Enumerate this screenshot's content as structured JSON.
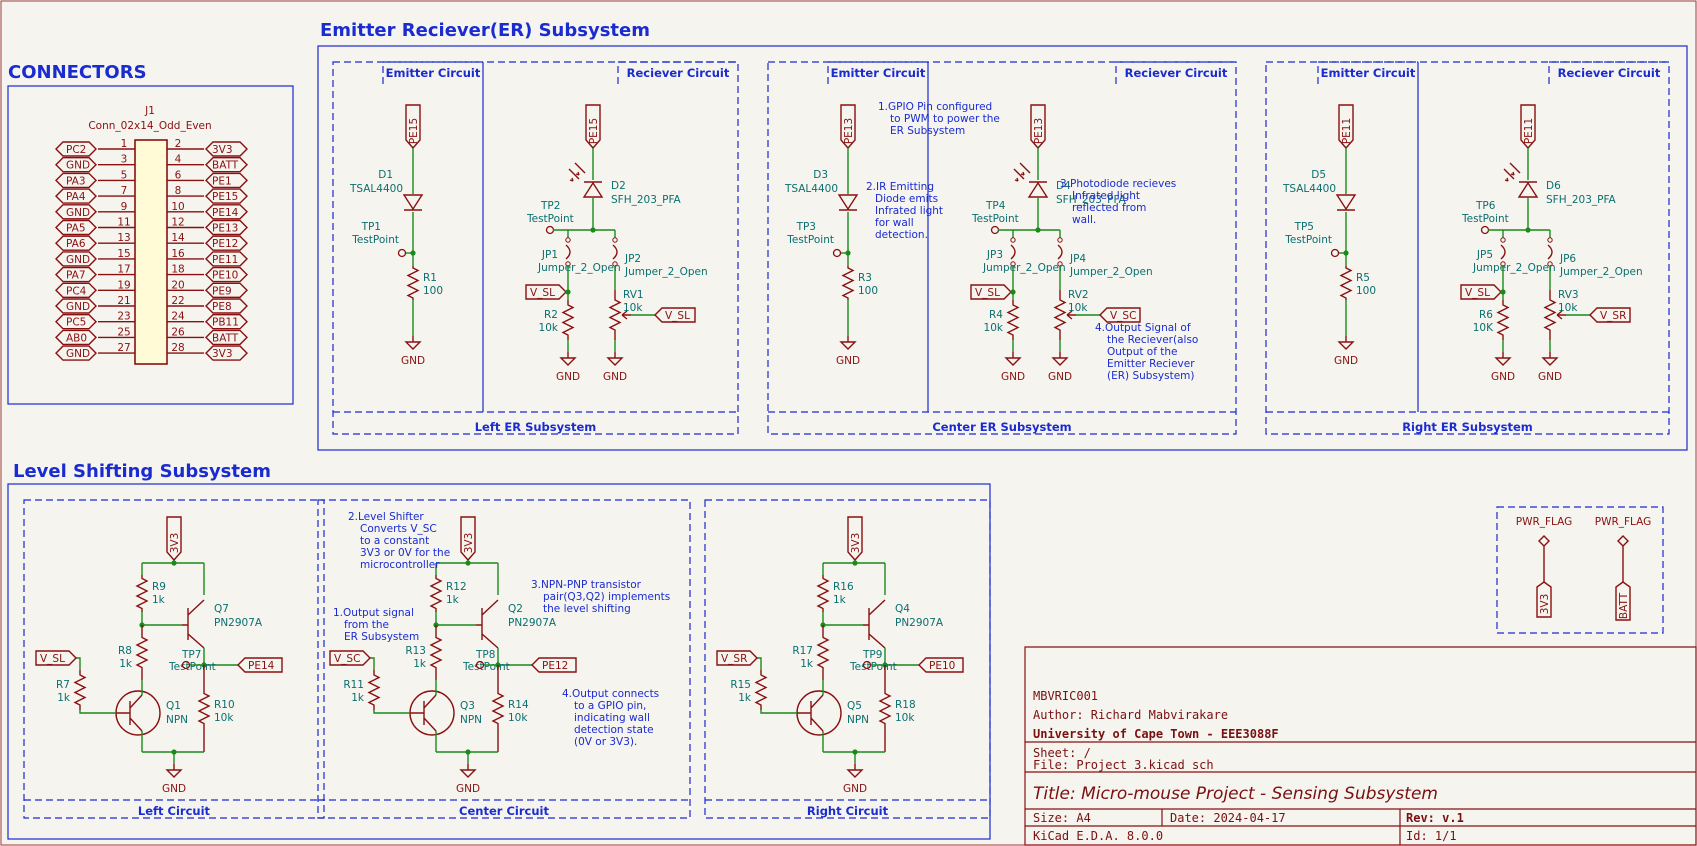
{
  "sections": {
    "connectors": "CONNECTORS",
    "er": "Emitter Reciever(ER) Subsystem",
    "level": "Level Shifting Subsystem"
  },
  "connector": {
    "ref": "J1",
    "value": "Conn_02x14_Odd_Even",
    "left_nets": [
      "PC2",
      "GND",
      "PA3",
      "PA4",
      "GND",
      "PA5",
      "PA6",
      "GND",
      "PA7",
      "PC4",
      "GND",
      "PC5",
      "AB0",
      "GND"
    ],
    "right_nets": [
      "3V3",
      "BATT",
      "PE1",
      "PE15",
      "PE14",
      "PE13",
      "PE12",
      "PE11",
      "PE10",
      "PE9",
      "PE8",
      "PB11",
      "BATT",
      "3V3"
    ],
    "left_pins": [
      "1",
      "3",
      "5",
      "7",
      "9",
      "11",
      "13",
      "15",
      "17",
      "19",
      "21",
      "23",
      "25",
      "27"
    ],
    "right_pins": [
      "2",
      "4",
      "6",
      "8",
      "10",
      "12",
      "14",
      "16",
      "18",
      "20",
      "22",
      "24",
      "26",
      "28"
    ]
  },
  "er_boxes": {
    "emitter": "Emitter Circuit",
    "reciever": "Reciever Circuit",
    "left": "Left ER Subsystem",
    "center": "Center ER Subsystem",
    "right": "Right ER Subsystem"
  },
  "er_parts": {
    "l": {
      "pin_e": "PE15",
      "pin_r": "PE15",
      "d_e": "D1",
      "d_e_val": "TSAL4400",
      "tp_e": "TP1",
      "r": "R1",
      "r_val": "100",
      "d_r": "D2",
      "d_r_val": "SFH_203_PFA",
      "tp_r": "TP2",
      "jp_a": "JP1",
      "jp_b": "JP2",
      "jp_val": "Jumper_2_Open",
      "vsrc": "V_SL",
      "r2": "R2",
      "r2_val": "10k",
      "rv": "RV1",
      "rv_val": "10k",
      "vout": "V_SL"
    },
    "c": {
      "pin_e": "PE13",
      "pin_r": "PE13",
      "d_e": "D3",
      "d_e_val": "TSAL4400",
      "tp_e": "TP3",
      "r": "R3",
      "r_val": "100",
      "d_r": "D4",
      "d_r_val": "SFH_203_PFA",
      "tp_r": "TP4",
      "jp_a": "JP3",
      "jp_b": "JP4",
      "jp_val": "Jumper_2_Open",
      "vsrc": "V_SL",
      "r2": "R4",
      "r2_val": "10k",
      "rv": "RV2",
      "rv_val": "10k",
      "vout": "V_SC"
    },
    "r": {
      "pin_e": "PE11",
      "pin_r": "PE11",
      "d_e": "D5",
      "d_e_val": "TSAL4400",
      "tp_e": "TP5",
      "r": "R5",
      "r_val": "100",
      "d_r": "D6",
      "d_r_val": "SFH_203_PFA",
      "tp_r": "TP6",
      "jp_a": "JP5",
      "jp_b": "JP6",
      "jp_val": "Jumper_2_Open",
      "vsrc": "V_SL",
      "r2": "R6",
      "r2_val": "10K",
      "rv": "RV3",
      "rv_val": "10k",
      "vout": "V_SR"
    }
  },
  "common": {
    "gnd": "GND",
    "testpoint": "TestPoint",
    "v3v3": "3V3",
    "npn": "NPN",
    "pnp": "PN2907A",
    "one_k": "1k",
    "ten_k": "10k"
  },
  "er_notes": {
    "n1": [
      "1.GPIO Pin configured",
      "to PWM to power the",
      "ER Subsystem"
    ],
    "n2": [
      "2.IR Emitting",
      "Diode emits",
      "Infrated light",
      "for wall",
      "detection."
    ],
    "n3": [
      "3.Photodiode recieves",
      "Infrated light",
      "reflected from",
      "wall."
    ],
    "n4": [
      "4.Output Signal of",
      "the Reciever(also",
      "Output of the",
      "Emitter Reciever",
      "(ER) Subsystem)"
    ]
  },
  "ls_boxes": {
    "left": "Left Circuit",
    "center": "Center Circuit",
    "right": "Right Circuit"
  },
  "ls_parts": {
    "l": {
      "r_top": "R9",
      "r_mid": "R8",
      "r_in": "R7",
      "r_load": "R10",
      "q_pnp": "Q7",
      "q_npn": "Q1",
      "tp": "TP7",
      "vin": "V_SL",
      "out": "PE14"
    },
    "c": {
      "r_top": "R12",
      "r_mid": "R13",
      "r_in": "R11",
      "r_load": "R14",
      "q_pnp": "Q2",
      "q_npn": "Q3",
      "tp": "TP8",
      "vin": "V_SC",
      "out": "PE12"
    },
    "r": {
      "r_top": "R16",
      "r_mid": "R17",
      "r_in": "R15",
      "r_load": "R18",
      "q_pnp": "Q4",
      "q_npn": "Q5",
      "tp": "TP9",
      "vin": "V_SR",
      "out": "PE10"
    }
  },
  "ls_notes": {
    "n1": [
      "1.Output signal",
      "from the",
      "ER Subsystem"
    ],
    "n2": [
      "2.Level Shifter",
      "Converts V_SC",
      "to a constant",
      "3V3 or 0V for the",
      "microcontroller"
    ],
    "n3": [
      "3.NPN-PNP transistor",
      "pair(Q3,Q2) implements",
      "the level shifting"
    ],
    "n4": [
      "4.Output connects",
      "to a GPIO pin,",
      "indicating wall",
      "detection state",
      "(0V or 3V3)."
    ]
  },
  "pwr": {
    "flag": "PWR_FLAG",
    "n1": "3V3",
    "n2": "BATT"
  },
  "title_block": {
    "id": "MBVRIC001",
    "author": "Author: Richard Mabvirakare",
    "org": "University of Cape Town - EEE3088F",
    "sheet": "Sheet: /",
    "file": "File: Project 3.kicad_sch",
    "title": "Title: Micro-mouse Project - Sensing Subsystem",
    "size": "Size: A4",
    "date": "Date: 2024-04-17",
    "rev": "Rev: v.1",
    "tool": "KiCad E.D.A. 8.0.0",
    "page_id": "Id: 1/1"
  }
}
